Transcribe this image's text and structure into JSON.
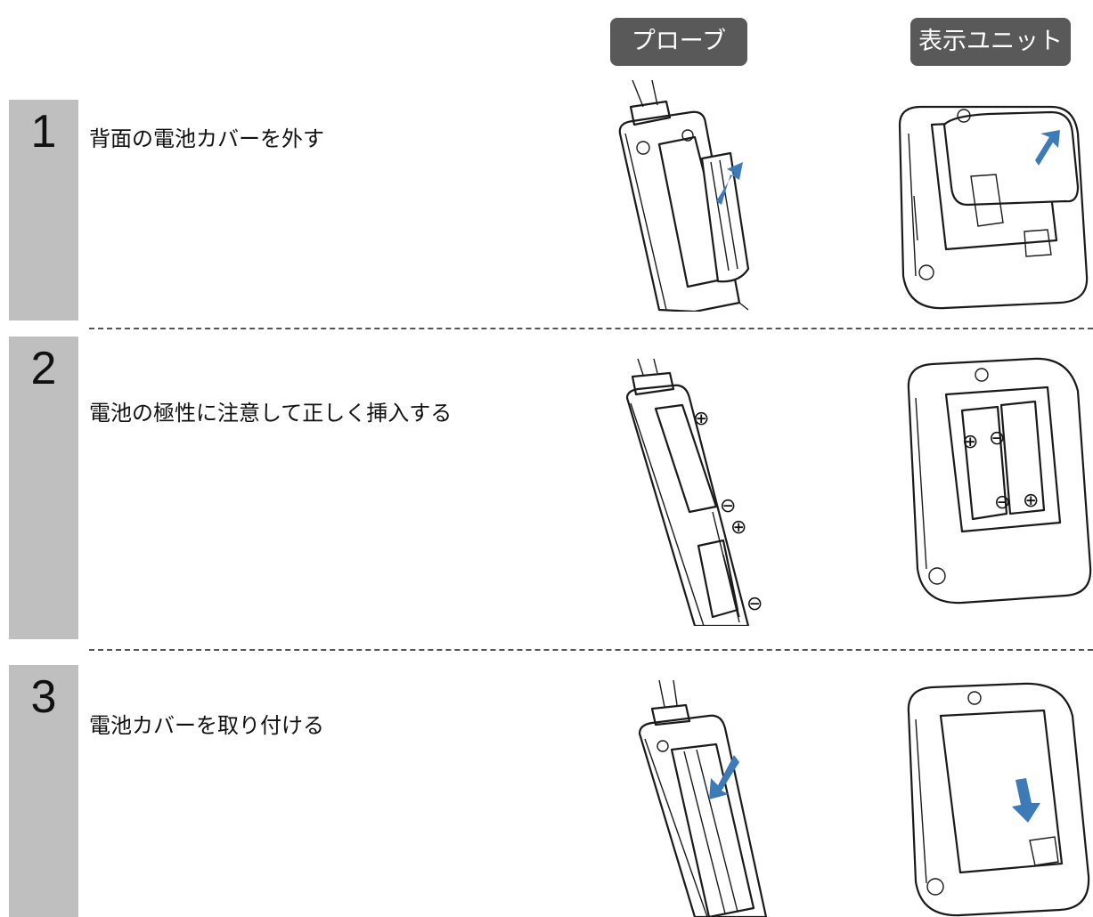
{
  "columns": {
    "probe": "プローブ",
    "display": "表示ユニット"
  },
  "steps": [
    {
      "number": "1",
      "text": "背面の電池カバーを外す"
    },
    {
      "number": "2",
      "text": "電池の極性に注意して正しく挿入する"
    },
    {
      "number": "3",
      "text": "電池カバーを取り付ける"
    }
  ],
  "symbols": {
    "plus": "⊕",
    "minus": "⊖"
  },
  "colors": {
    "step_bar": "#bfbfbf",
    "label_bg": "#595959",
    "arrow": "#3d7ab8"
  }
}
